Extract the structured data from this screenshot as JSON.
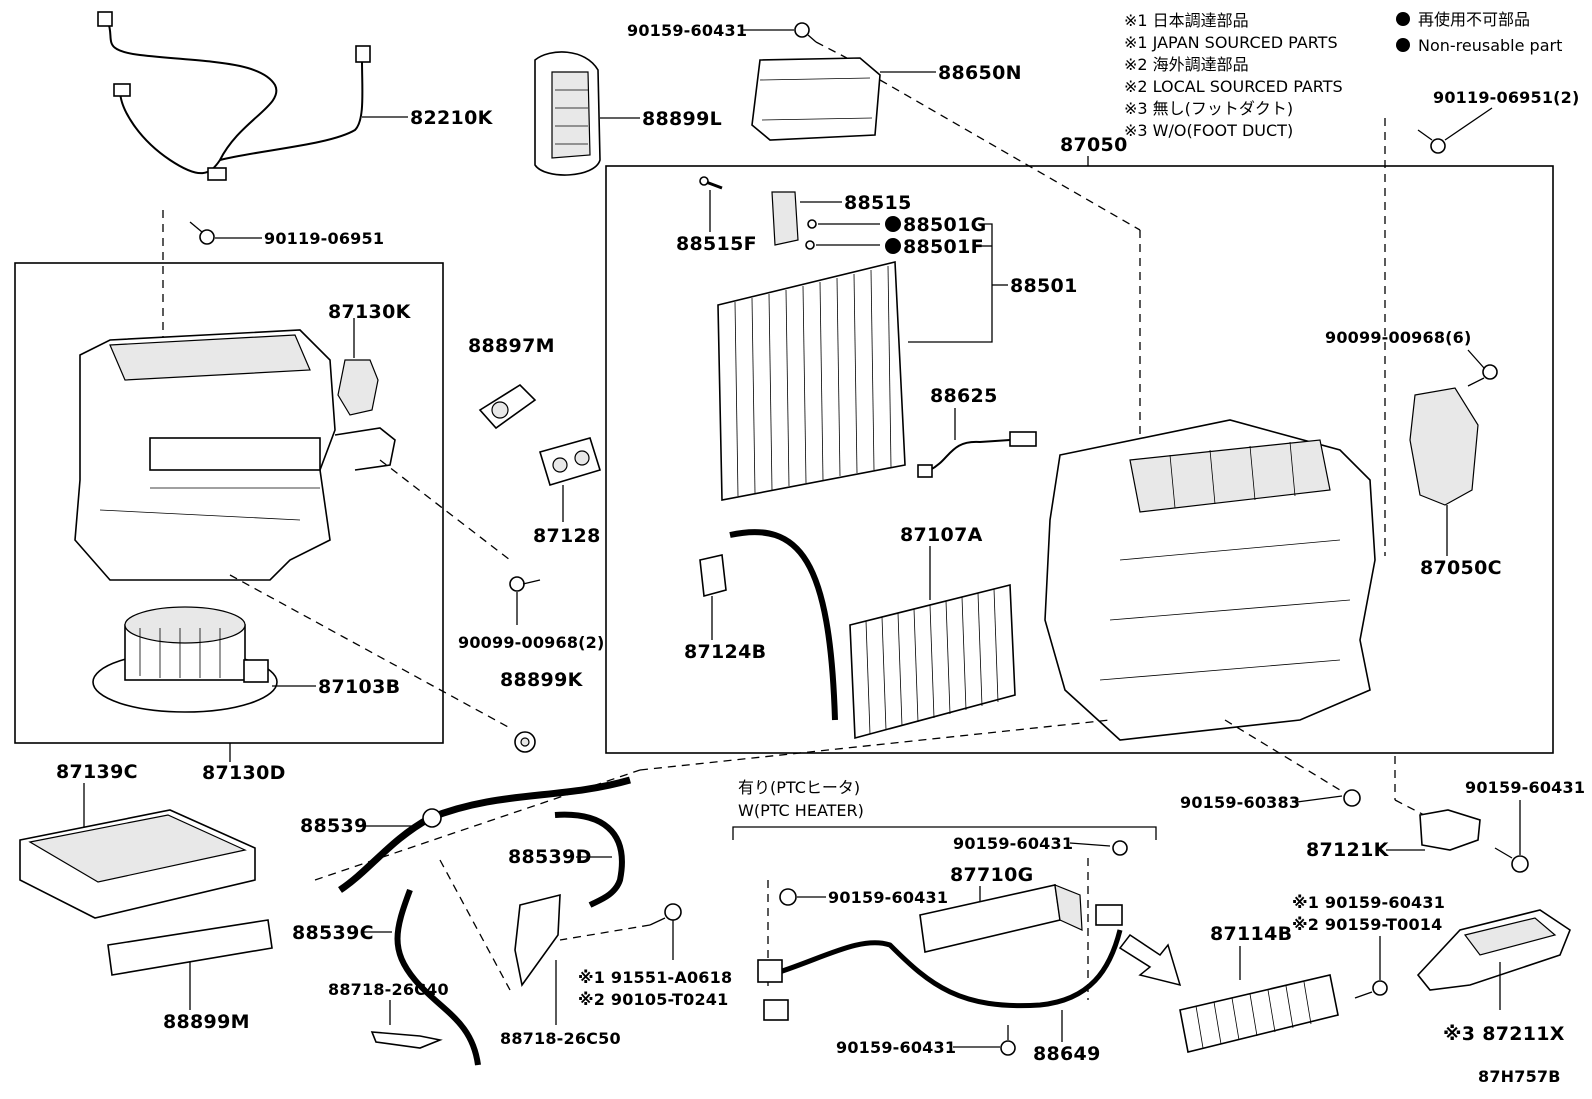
{
  "notes": {
    "n1_jp": "※1 日本調達部品",
    "n1_en": "※1 JAPAN SOURCED PARTS",
    "n2_jp": "※2 海外調達部品",
    "n2_en": "※2 LOCAL SOURCED PARTS",
    "n3_jp": "※3 無し(フットダクト)",
    "n3_en": "※3 W/O(FOOT DUCT)",
    "legend_jp": "再使用不可部品",
    "legend_en": "Non-reusable part"
  },
  "ptc": {
    "jp": "有り(PTCヒータ)",
    "en": "W(PTC HEATER)"
  },
  "parts": {
    "p90159_60431_top": "90159-60431",
    "p88650N": "88650N",
    "p82210K": "82210K",
    "p88899L": "88899L",
    "p90119_06951_2": "90119-06951(2)",
    "p87050": "87050",
    "p88515": "88515",
    "p88501G": "88501G",
    "p88515F": "88515F",
    "p88501F": "88501F",
    "p88501": "88501",
    "p90119_06951": "90119-06951",
    "p87130K": "87130K",
    "p88897M": "88897M",
    "p90099_00968_6": "90099-00968(6)",
    "p88625": "88625",
    "p87128": "87128",
    "p87107A": "87107A",
    "p87050C": "87050C",
    "p90099_00968_2": "90099-00968(2)",
    "p87124B": "87124B",
    "p87103B": "87103B",
    "p88899K": "88899K",
    "p87130D": "87130D",
    "p87139C": "87139C",
    "p90159_60383": "90159-60383",
    "p90159_60431_r": "90159-60431",
    "p88539": "88539",
    "p90159_60431_m": "90159-60431",
    "p87121K": "87121K",
    "p88539D": "88539D",
    "p87710G": "87710G",
    "p90159_60431_l": "90159-60431",
    "p90159_60431_n1": "※1 90159-60431",
    "p90159_T0014_n2": "※2 90159-T0014",
    "p87114B": "87114B",
    "p88539C": "88539C",
    "p91551_A0618": "※1 91551-A0618",
    "p90105_T0241": "※2 90105-T0241",
    "p88718_26C40": "88718-26C40",
    "p88899M": "88899M",
    "p88718_26C50": "88718-26C50",
    "p90159_60431_b": "90159-60431",
    "p88649": "88649",
    "p87211X": "※3 87211X",
    "ref": "87H757B"
  }
}
